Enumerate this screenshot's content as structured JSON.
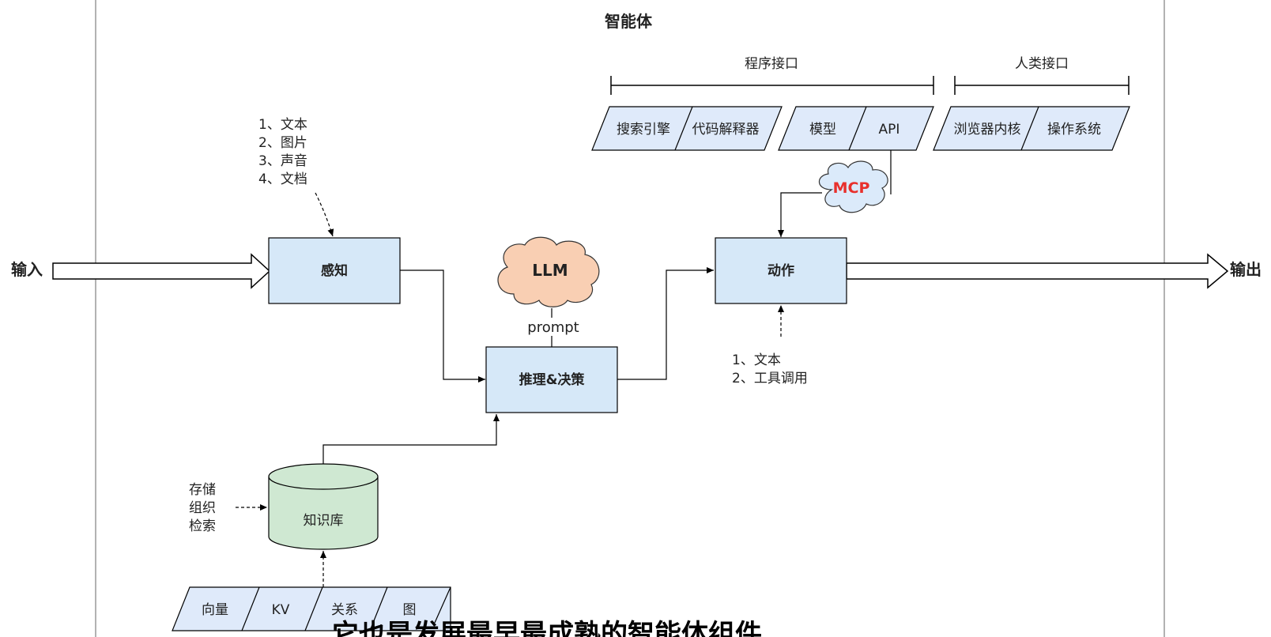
{
  "title": "智能体",
  "input_label": "输入",
  "output_label": "输出",
  "program_interface": "程序接口",
  "human_interface": "人类接口",
  "program_tools": [
    "搜索引擎",
    "代码解释器",
    "模型",
    "API"
  ],
  "human_tools": [
    "浏览器内核",
    "操作系统"
  ],
  "mcp_label": "MCP",
  "perception": {
    "label": "感知",
    "inputs": [
      "1、文本",
      "2、图片",
      "3、声音",
      "4、文档"
    ]
  },
  "llm_label": "LLM",
  "prompt_label": "prompt",
  "reasoning_label": "推理&决策",
  "action": {
    "label": "动作",
    "outputs": [
      "1、文本",
      "2、工具调用"
    ]
  },
  "knowledge": {
    "label": "知识库",
    "ops": [
      "存储",
      "组织",
      "检索"
    ],
    "stores": [
      "向量",
      "KV",
      "关系",
      "图"
    ]
  },
  "subtitle": "它也是发展最早最成熟的智能体组件",
  "colors": {
    "box_fill": "#d6e8f8",
    "cyl_fill": "#cfe8d2",
    "cloud_fill": "#f9cfb3",
    "mcp_fill": "#dbeafa",
    "mcp_text": "#e8302c",
    "para_fill": "#dfeafa"
  }
}
